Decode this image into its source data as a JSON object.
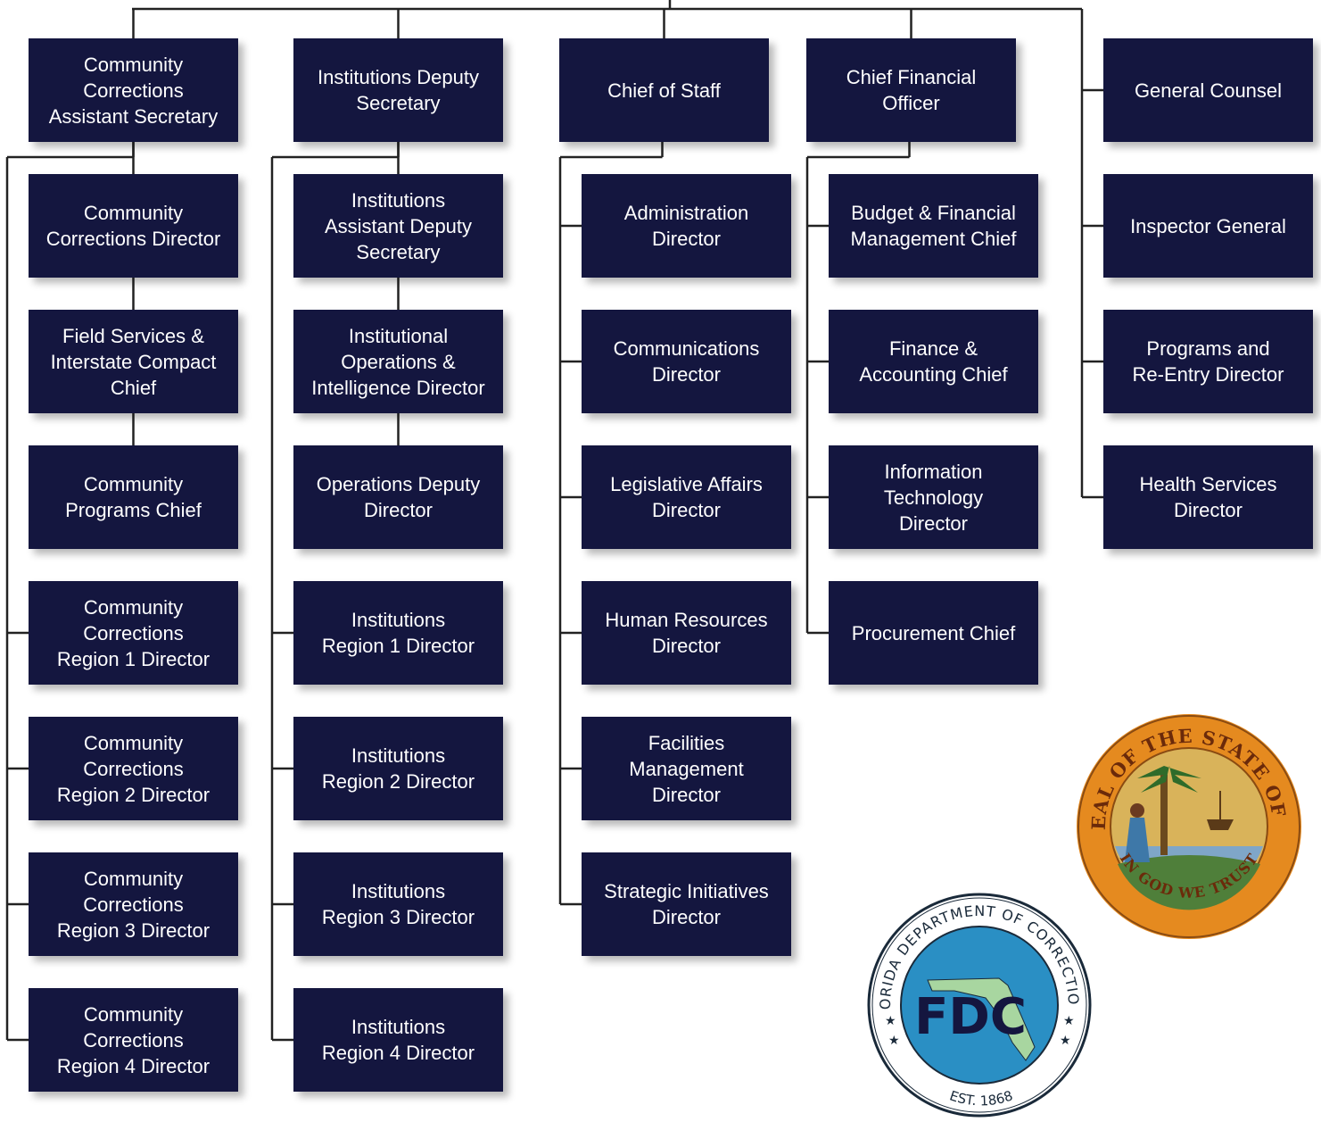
{
  "columns": [
    {
      "id": "community",
      "head": "Community\nCorrections\nAssistant Secretary",
      "chain": [
        "Community\nCorrections Director",
        "Field Services &\nInterstate Compact\nChief",
        "Community\nPrograms Chief"
      ],
      "branches": [
        "Community\nCorrections\nRegion 1 Director",
        "Community\nCorrections\nRegion 2 Director",
        "Community\nCorrections\nRegion 3 Director",
        "Community\nCorrections\nRegion 4 Director"
      ]
    },
    {
      "id": "institutions",
      "head": "Institutions Deputy\nSecretary",
      "chain": [
        "Institutions\nAssistant Deputy\nSecretary",
        "Institutional\nOperations &\nIntelligence Director",
        "Operations Deputy\nDirector"
      ],
      "branches": [
        "Institutions\nRegion 1 Director",
        "Institutions\nRegion 2 Director",
        "Institutions\nRegion 3 Director",
        "Institutions\nRegion 4 Director"
      ]
    },
    {
      "id": "chief-of-staff",
      "head": "Chief of Staff",
      "chain": [],
      "branches": [
        "Administration\nDirector",
        "Communications\nDirector",
        "Legislative Affairs\nDirector",
        "Human Resources\nDirector",
        "Facilities\nManagement\nDirector",
        "Strategic Initiatives\nDirector"
      ]
    },
    {
      "id": "cfo",
      "head": "Chief Financial\nOfficer",
      "chain": [],
      "branches": [
        "Budget & Financial\nManagement Chief",
        "Finance &\nAccounting Chief",
        "Information\nTechnology\nDirector",
        "Procurement Chief"
      ]
    },
    {
      "id": "direct",
      "head": null,
      "chain": [],
      "branches": [
        "General Counsel",
        "Inspector General",
        "Programs and\nRe-Entry Director",
        "Health Services\nDirector"
      ]
    }
  ],
  "seals": {
    "state": {
      "top_text": "GREAT SEAL OF THE STATE OF FLORIDA",
      "bottom_text": "IN GOD WE TRUST"
    },
    "fdc": {
      "ring_text": "FLORIDA DEPARTMENT OF CORRECTIONS",
      "monogram": "FDC",
      "est": "EST. 1868"
    }
  },
  "colors": {
    "box_fill": "#14163f",
    "box_text": "#ffffff",
    "connector": "#222222",
    "fdc_blue": "#2a8fc4",
    "state_orange": "#e58a1f"
  }
}
